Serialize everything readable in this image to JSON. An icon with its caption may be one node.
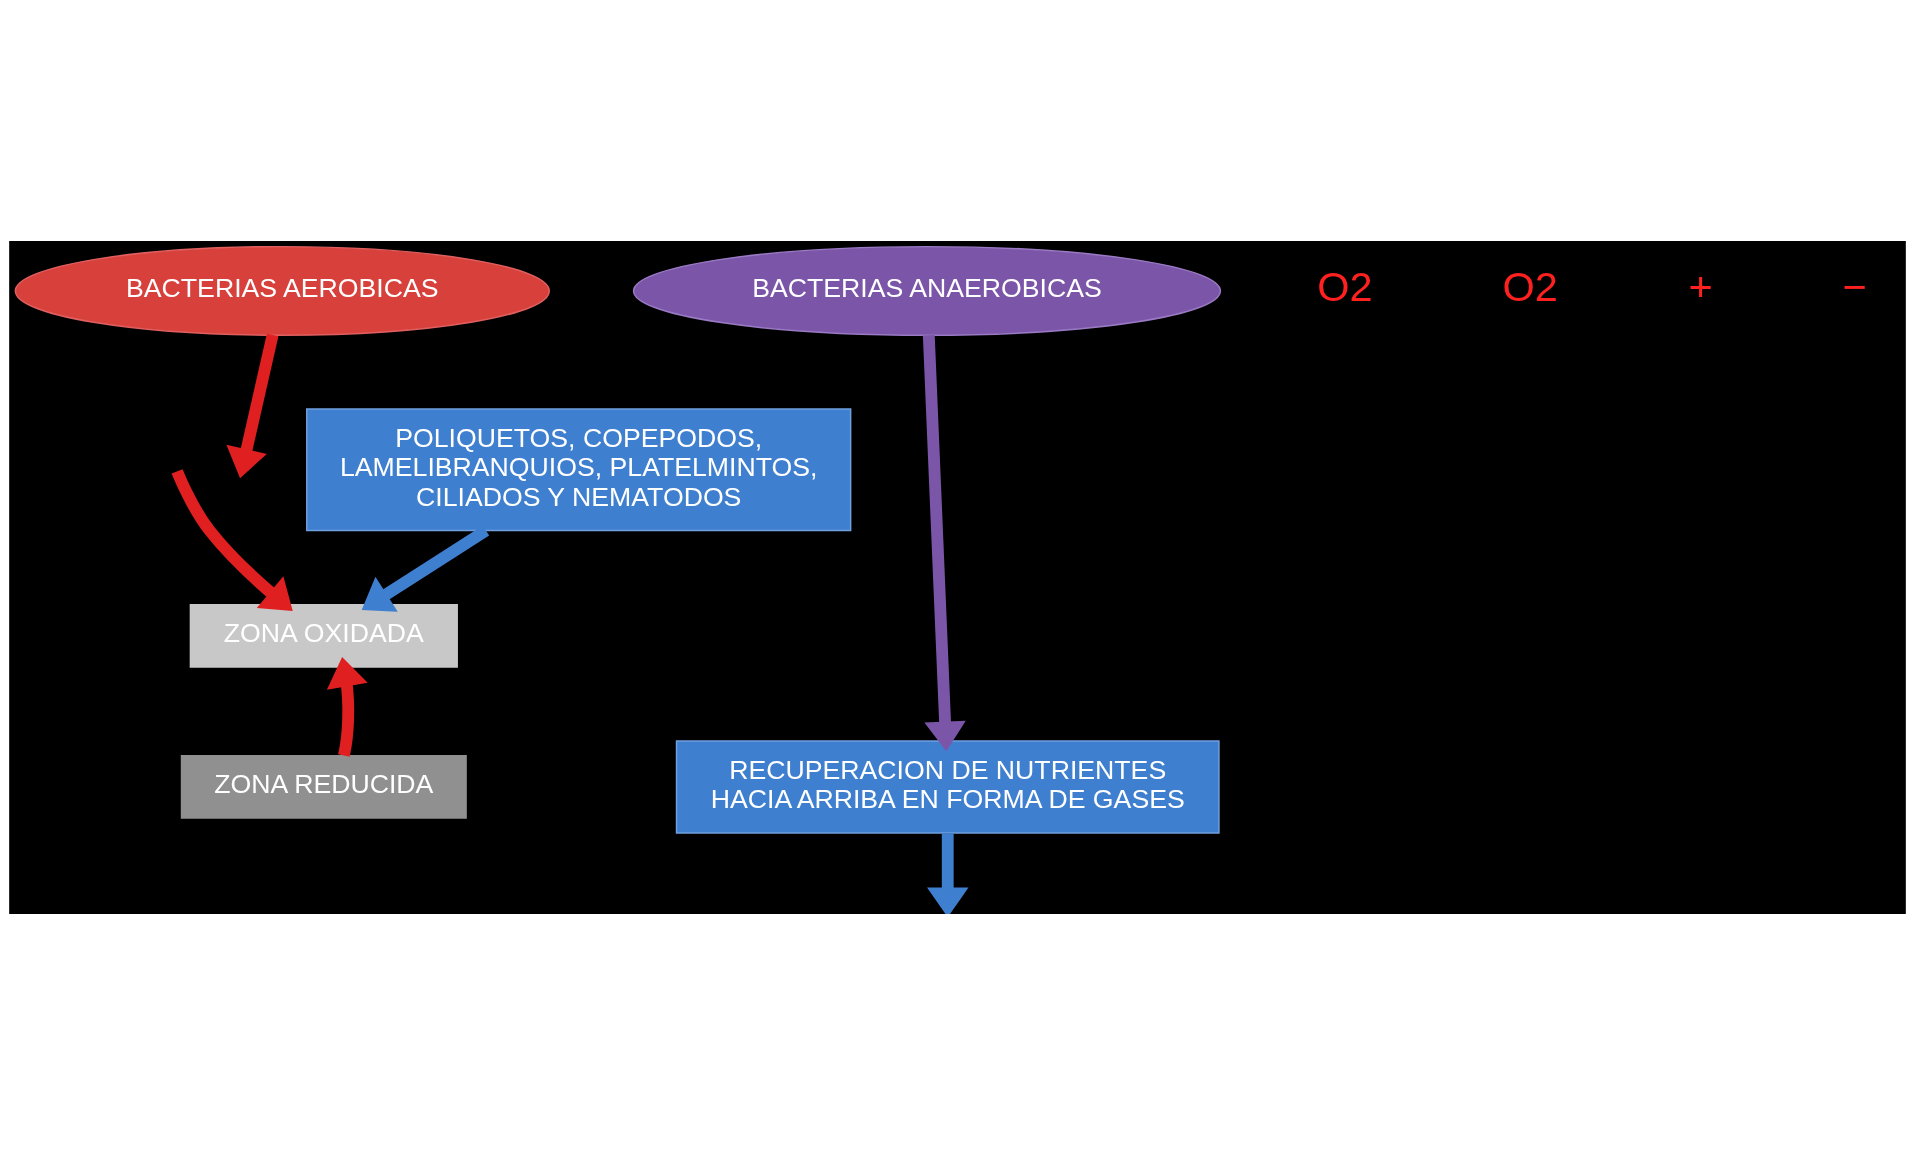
{
  "diagram": {
    "nodes": [
      {
        "text": [
          "POLIQUETOS, COPEPODOS, LAMELIBRANQUIOS, PLATELMINTOS, CILIADOS Y NEMATODOS"
        ]
      },
      {
        "text": [
          "ZONA OXIDADA"
        ]
      },
      {
        "text": [
          "BACTERIAS AEROBICAS"
        ]
      },
      {
        "text": [
          "BACTERIAS ANAEROBICAS"
        ]
      },
      {
        "text": [
          "RECUPERACION DE NUTRIENTES HACIA ARRIBA EN FORMA DE GASES"
        ]
      },
      {
        "text": [
          "ZONA REDUCIDA"
        ]
      }
    ],
    "edges": [
      {
        "from": 0,
        "to": 1,
        "arrow": "to",
        "color": "#3f7fcf"
      },
      {
        "from": null,
        "to": 1,
        "arrow": "to"
      },
      {
        "from": 5,
        "to": 1,
        "arrow": "to"
      },
      {
        "from": 2,
        "to": null,
        "arrow": "to"
      },
      {
        "from": 3,
        "to": 4,
        "arrow": "to",
        "color": "#7b55a8"
      },
      {
        "from": 4,
        "to": null,
        "arrow": "to",
        "color": "#3f7fcf"
      }
    ],
    "labels": [
      "O2",
      "O2",
      "+",
      "−"
    ]
  }
}
